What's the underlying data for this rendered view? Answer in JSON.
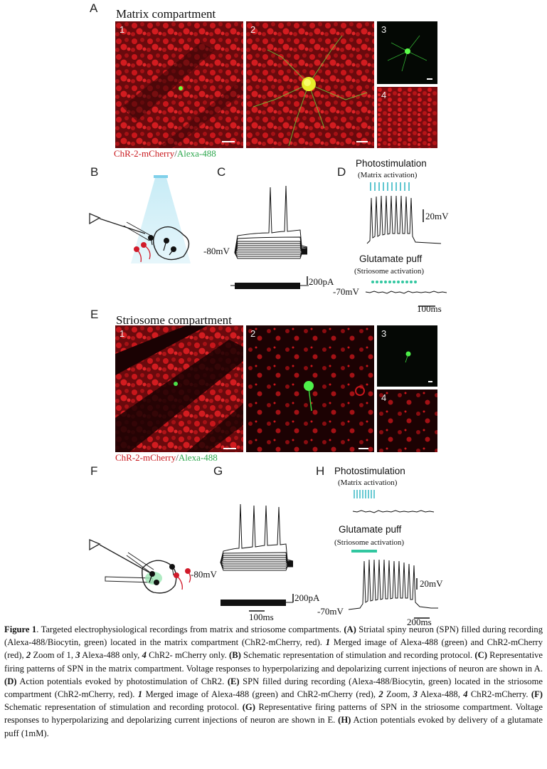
{
  "panelA": {
    "letter": "A",
    "title": "Matrix compartment",
    "subpanels": [
      "1",
      "2",
      "3",
      "4"
    ],
    "legend_red": "ChR-2-mCherry",
    "legend_sep": "/",
    "legend_green": "Alexa-488"
  },
  "panelB": {
    "letter": "B"
  },
  "panelC": {
    "letter": "C",
    "voltage": "-80mV",
    "current_scale": "200pA"
  },
  "panelD": {
    "letter": "D",
    "photo_title": "Photostimulation",
    "photo_sub": "(Matrix activation)",
    "mv_scale": "20mV",
    "glu_title": "Glutamate puff",
    "glu_sub": "(Striosome activation)",
    "voltage": "-70mV",
    "time_scale": "100ms"
  },
  "panelE": {
    "letter": "E",
    "title": "Striosome compartment",
    "subpanels": [
      "1",
      "2",
      "3",
      "4"
    ],
    "legend_red": "ChR-2-mCherry",
    "legend_sep": "/",
    "legend_green": "Alexa-488"
  },
  "panelF": {
    "letter": "F"
  },
  "panelG": {
    "letter": "G",
    "voltage": "-80mV",
    "current_scale": "200pA",
    "time_scale": "100ms"
  },
  "panelH": {
    "letter": "H",
    "photo_title": "Photostimulation",
    "photo_sub": "(Matrix activation)",
    "glu_title": "Glutamate puff",
    "glu_sub": "(Striosome activation)",
    "mv_scale": "20mV",
    "voltage": "-70mV",
    "time_scale": "200ms"
  },
  "colors": {
    "red_fluor": "#c8161b",
    "green_fluor": "#3cd43c",
    "cyan_ticks": "#37b8c4",
    "teal_puff": "#31c7a0"
  },
  "caption": {
    "fig": "Figure 1",
    "intro": ". Targeted electrophysiological recordings from matrix and striosome compartments. ",
    "A_tag": "(A)",
    "A_text": " Striatal spiny neuron (SPN) filled during recording (Alexa-488/Biocytin, green) located in the matrix compartment (ChR2-mCherry, red). ",
    "A_1": "1",
    "A_1_text": " Merged image of Alexa-488 (green) and ChR2-mCherry (red), ",
    "A_2": "2",
    "A_2_text": " Zoom of 1, ",
    "A_3": "3",
    "A_3_text": " Alexa-488 only, ",
    "A_4": "4",
    "A_4_text": " ChR2- mCherry only. ",
    "B_tag": "(B)",
    "B_text": " Schematic representation of stimulation and recording protocol. ",
    "C_tag": "(C)",
    "C_text": " Representative firing patterns of SPN in the matrix compartment. Voltage responses to hyperpolarizing and depolarizing current injections of neuron are shown in A. ",
    "D_tag": "(D)",
    "D_text": " Action potentials evoked by photostimulation of ChR2. ",
    "E_tag": "(E)",
    "E_text": " SPN filled during recording (Alexa-488/Biocytin, green) located in the striosome compartment (ChR2-mCherry, red). ",
    "E_1": "1",
    "E_1_text": " Merged image of Alexa-488 (green) and ChR2-mCherry (red), ",
    "E_2": "2",
    "E_2_text": " Zoom, ",
    "E_3": "3",
    "E_3_text": " Alexa-488, ",
    "E_4": "4",
    "E_4_text": " ChR2-mCherry. ",
    "F_tag": "(F)",
    "F_text": " Schematic representation of stimulation and recording protocol. ",
    "G_tag": "(G)",
    "G_text": " Representative firing patterns of SPN in the striosome compartment. Voltage responses to hyperpolarizing and depolarizing current injections of neuron are shown in E. ",
    "H_tag": "(H)",
    "H_text": " Action potentials evoked by delivery of a glutamate puff (1mM)."
  }
}
